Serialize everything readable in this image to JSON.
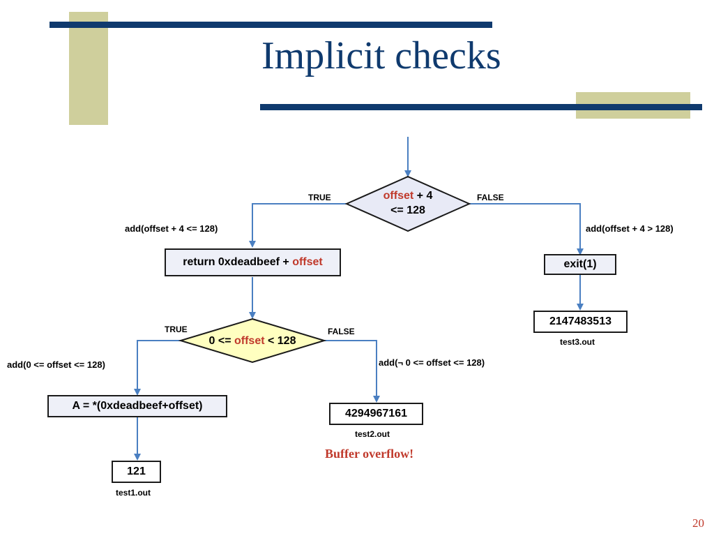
{
  "slide": {
    "title": "Implicit checks",
    "page_number": "20",
    "note": "Buffer overflow!"
  },
  "colors": {
    "title": "#0f3a6e",
    "accent_bar": "#0f3a6e",
    "deco_block": "#cfcf9c",
    "arrow": "#4a7fc1",
    "highlight": "#c0392b",
    "diamond1_fill": "#e8eaf6",
    "diamond2_fill": "#ffffc0"
  },
  "nodes": {
    "decision1": {
      "var": "offset",
      "rest_line1": " + 4",
      "line2": "<= 128"
    },
    "decision2": {
      "pre": "0 <= ",
      "var": "offset",
      "post": " < 128"
    },
    "return_stmt": {
      "pre": "return 0xdeadbeef + ",
      "var": "offset"
    },
    "exit_stmt": "exit(1)",
    "assign_stmt": "A = *(0xdeadbeef+offset)",
    "out1": {
      "value": "121",
      "file": "test1.out"
    },
    "out2": {
      "value": "4294967161",
      "file": "test2.out"
    },
    "out3": {
      "value": "2147483513",
      "file": "test3.out"
    }
  },
  "edges": {
    "d1_true": "TRUE",
    "d1_false": "FALSE",
    "d2_true": "TRUE",
    "d2_false": "FALSE",
    "d1_true_constraint": "add(offset + 4  <= 128)",
    "d1_false_constraint": "add(offset + 4  > 128)",
    "d2_true_constraint": "add(0 <= offset  <= 128)",
    "d2_false_constraint": "add(¬ 0 <= offset  <= 128)"
  }
}
